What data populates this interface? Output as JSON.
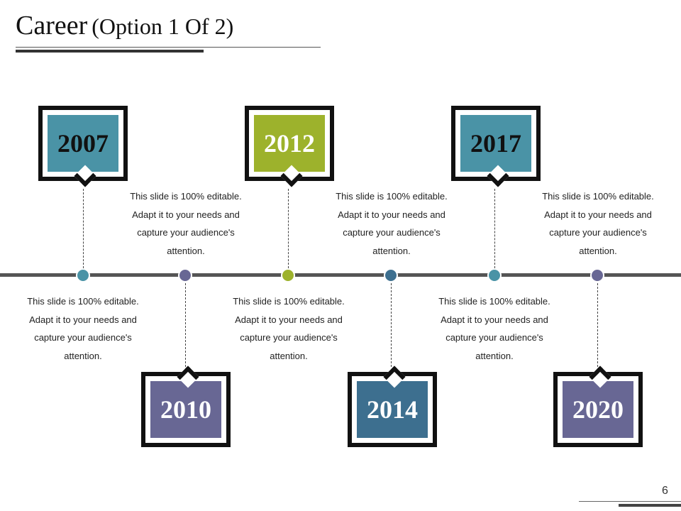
{
  "title": {
    "main": "Career",
    "sub": "(Option 1 Of 2)"
  },
  "slide_number": "6",
  "colors": {
    "teal": "#4a93a6",
    "green": "#9db22c",
    "purple": "#686794",
    "blue": "#3d6f8f"
  },
  "milestones": [
    {
      "year": "2007",
      "text": "This slide is 100% editable. Adapt it to your needs and capture your audience's attention."
    },
    {
      "year": "2010",
      "text": "This slide is 100% editable. Adapt it to your needs and capture your audience's attention."
    },
    {
      "year": "2012",
      "text": "This slide is 100% editable. Adapt it to your needs and capture your audience's attention."
    },
    {
      "year": "2014",
      "text": "This slide is 100% editable. Adapt it to your needs and capture your audience's attention."
    },
    {
      "year": "2017",
      "text": "This slide is 100% editable. Adapt it to your needs and capture your audience's attention."
    },
    {
      "year": "2020",
      "text": "This slide is 100% editable. Adapt it to your needs and capture your audience's attention."
    }
  ]
}
